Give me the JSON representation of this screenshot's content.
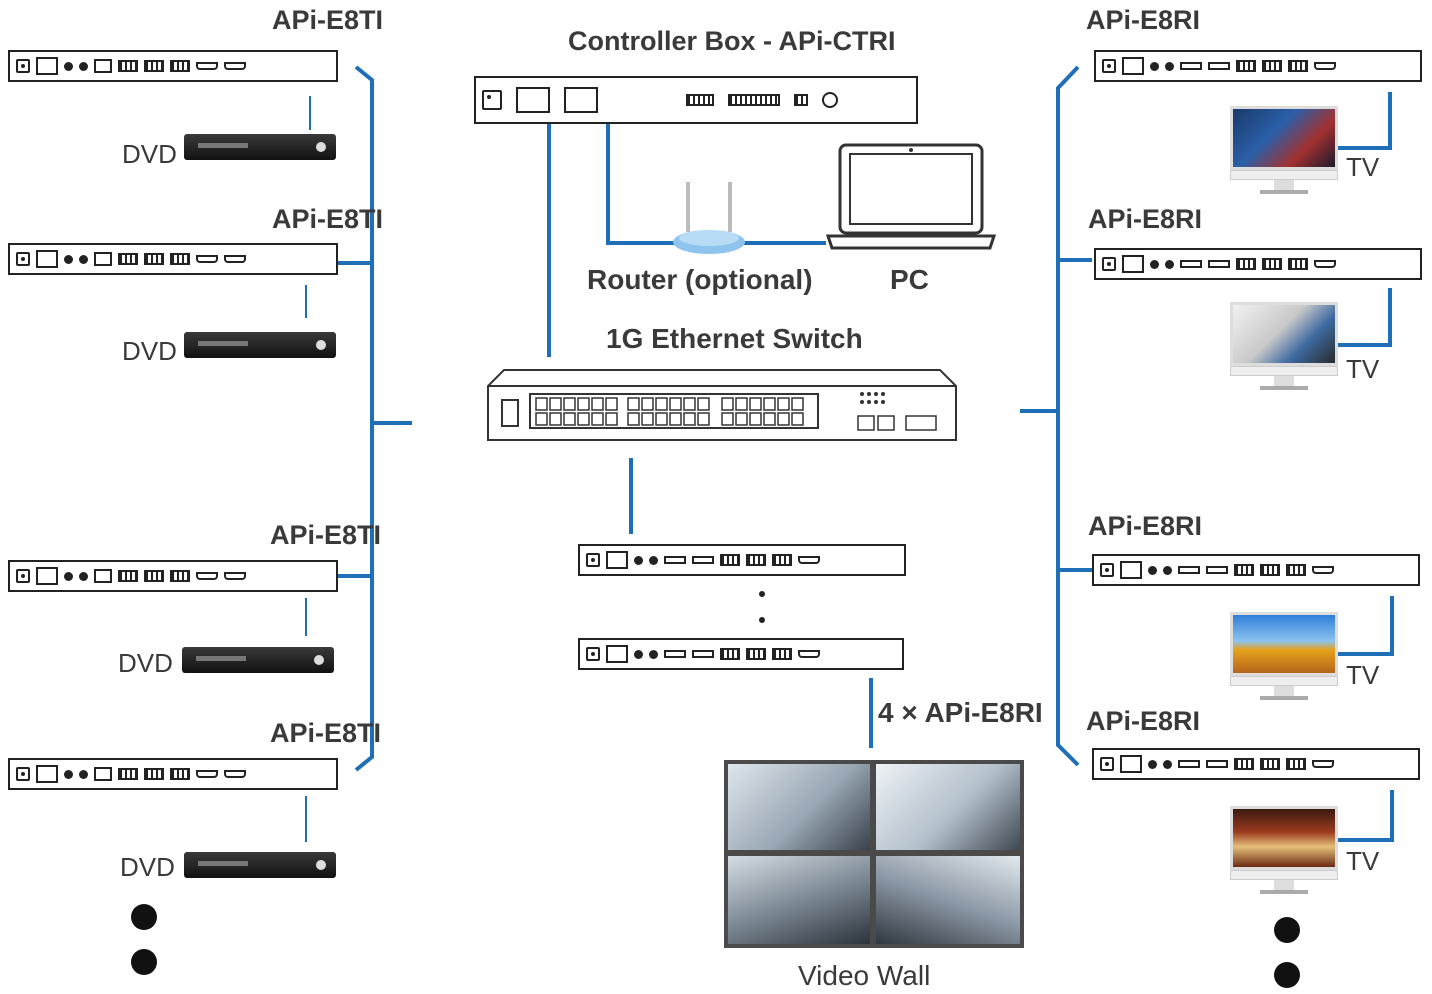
{
  "labels": {
    "controller_title": "Controller Box - APi-CTRI",
    "router": "Router (optional)",
    "pc": "PC",
    "switch": "1G Ethernet Switch",
    "left_device": "APi-E8TI",
    "right_device": "APi-E8RI",
    "source": "DVD",
    "display": "TV",
    "rx_count": "4 × APi-E8RI",
    "video_wall": "Video Wall"
  },
  "colors": {
    "link": "#1f6fb8",
    "router_body": "#8fc4ee",
    "text": "#3a3a3a"
  },
  "icons": [
    "dvd-player-icon",
    "tv-icon",
    "laptop-icon",
    "router-icon",
    "ethernet-switch-icon",
    "video-wall-icon"
  ]
}
